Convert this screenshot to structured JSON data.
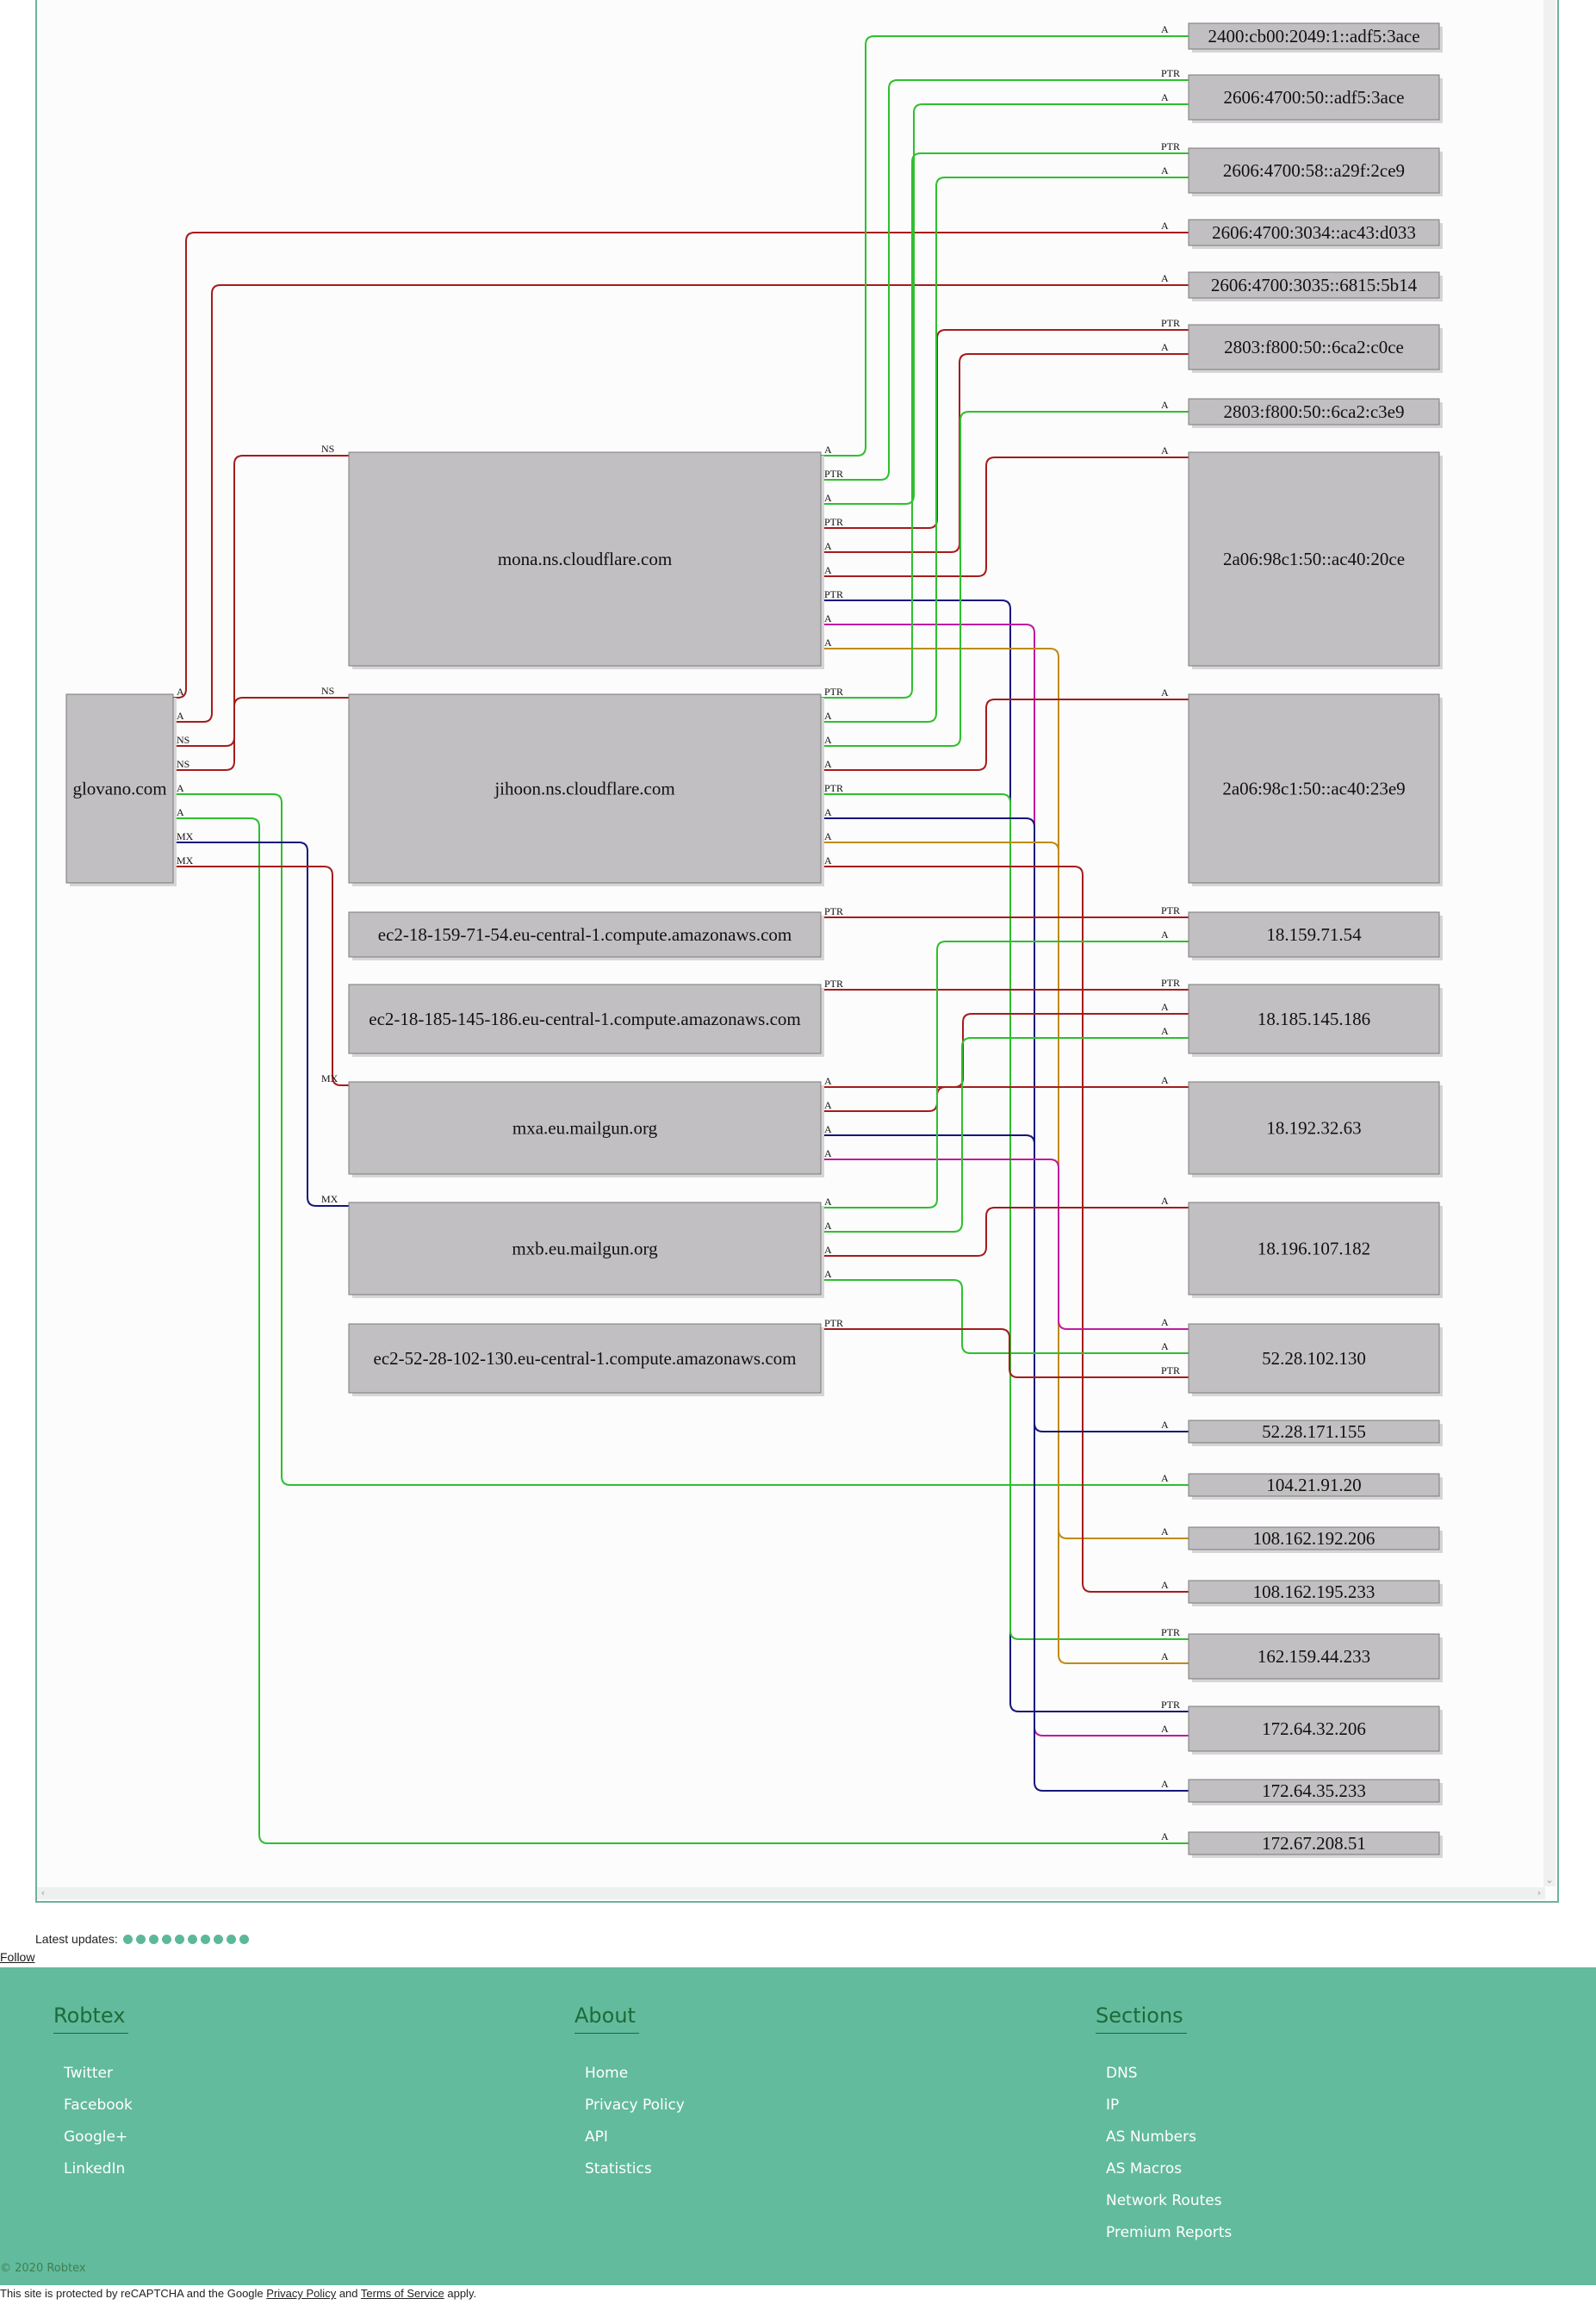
{
  "colors": {
    "green": "#2fbf2f",
    "red": "#a51c1c",
    "blue": "#16167a",
    "magenta": "#c01aa0",
    "olive": "#c08a14",
    "node_fill": "#c2bfc2",
    "node_border": "#7a7a7a",
    "footer_bg": "#62bb9c",
    "footer_heading": "#1e6a3a"
  },
  "graph": {
    "root": {
      "id": "glovano",
      "label": "glovano.com"
    },
    "middle": [
      {
        "id": "mona",
        "label": "mona.ns.cloudflare.com"
      },
      {
        "id": "jihoon",
        "label": "jihoon.ns.cloudflare.com"
      },
      {
        "id": "ec2a",
        "label": "ec2-18-159-71-54.eu-central-1.compute.amazonaws.com"
      },
      {
        "id": "ec2b",
        "label": "ec2-18-185-145-186.eu-central-1.compute.amazonaws.com"
      },
      {
        "id": "mxa",
        "label": "mxa.eu.mailgun.org"
      },
      {
        "id": "mxb",
        "label": "mxb.eu.mailgun.org"
      },
      {
        "id": "ec2c",
        "label": "ec2-52-28-102-130.eu-central-1.compute.amazonaws.com"
      }
    ],
    "addresses": [
      {
        "id": "r1",
        "label": "2400:cb00:2049:1::adf5:3ace"
      },
      {
        "id": "r2",
        "label": "2606:4700:50::adf5:3ace"
      },
      {
        "id": "r3",
        "label": "2606:4700:58::a29f:2ce9"
      },
      {
        "id": "r4",
        "label": "2606:4700:3034::ac43:d033"
      },
      {
        "id": "r5",
        "label": "2606:4700:3035::6815:5b14"
      },
      {
        "id": "r6",
        "label": "2803:f800:50::6ca2:c0ce"
      },
      {
        "id": "r7",
        "label": "2803:f800:50::6ca2:c3e9"
      },
      {
        "id": "r8",
        "label": "2a06:98c1:50::ac40:20ce"
      },
      {
        "id": "r9",
        "label": "2a06:98c1:50::ac40:23e9"
      },
      {
        "id": "r10",
        "label": "18.159.71.54"
      },
      {
        "id": "r11",
        "label": "18.185.145.186"
      },
      {
        "id": "r12",
        "label": "18.192.32.63"
      },
      {
        "id": "r13",
        "label": "18.196.107.182"
      },
      {
        "id": "r14",
        "label": "52.28.102.130"
      },
      {
        "id": "r15",
        "label": "52.28.171.155"
      },
      {
        "id": "r16",
        "label": "104.21.91.20"
      },
      {
        "id": "r17",
        "label": "108.162.192.206"
      },
      {
        "id": "r18",
        "label": "108.162.195.233"
      },
      {
        "id": "r19",
        "label": "162.159.44.233"
      },
      {
        "id": "r20",
        "label": "172.64.32.206"
      },
      {
        "id": "r21",
        "label": "172.64.35.233"
      },
      {
        "id": "r22",
        "label": "172.67.208.51"
      }
    ],
    "edges": [
      {
        "from": "glovano",
        "to": "r4",
        "type": "A",
        "color": "red"
      },
      {
        "from": "glovano",
        "to": "r5",
        "type": "A",
        "color": "red"
      },
      {
        "from": "glovano",
        "to": "mona",
        "type": "NS",
        "color": "red"
      },
      {
        "from": "glovano",
        "to": "jihoon",
        "type": "NS",
        "color": "red"
      },
      {
        "from": "glovano",
        "to": "r16",
        "type": "A",
        "color": "green"
      },
      {
        "from": "glovano",
        "to": "r22",
        "type": "A",
        "color": "green"
      },
      {
        "from": "glovano",
        "to": "mxb",
        "type": "MX",
        "color": "blue"
      },
      {
        "from": "glovano",
        "to": "mxa",
        "type": "MX",
        "color": "red"
      },
      {
        "from": "mona",
        "to": "r1",
        "type": "A",
        "color": "green"
      },
      {
        "from": "mona",
        "to": "r2",
        "type": "PTR",
        "color": "green"
      },
      {
        "from": "mona",
        "to": "r2",
        "type": "A",
        "color": "green"
      },
      {
        "from": "mona",
        "to": "r6",
        "type": "PTR",
        "color": "red"
      },
      {
        "from": "mona",
        "to": "r6",
        "type": "A",
        "color": "red"
      },
      {
        "from": "mona",
        "to": "r8",
        "type": "A",
        "color": "red"
      },
      {
        "from": "mona",
        "to": "r20",
        "type": "PTR",
        "color": "blue"
      },
      {
        "from": "mona",
        "to": "r20",
        "type": "A",
        "color": "magenta"
      },
      {
        "from": "mona",
        "to": "r17",
        "type": "A",
        "color": "olive"
      },
      {
        "from": "jihoon",
        "to": "r3",
        "type": "PTR",
        "color": "green"
      },
      {
        "from": "jihoon",
        "to": "r3",
        "type": "A",
        "color": "green"
      },
      {
        "from": "jihoon",
        "to": "r7",
        "type": "A",
        "color": "green"
      },
      {
        "from": "jihoon",
        "to": "r9",
        "type": "A",
        "color": "red"
      },
      {
        "from": "jihoon",
        "to": "r19",
        "type": "PTR",
        "color": "green"
      },
      {
        "from": "jihoon",
        "to": "r21",
        "type": "A",
        "color": "blue"
      },
      {
        "from": "jihoon",
        "to": "r19",
        "type": "A",
        "color": "olive"
      },
      {
        "from": "jihoon",
        "to": "r18",
        "type": "A",
        "color": "red"
      },
      {
        "from": "ec2a",
        "to": "r10",
        "type": "PTR",
        "color": "red"
      },
      {
        "from": "ec2b",
        "to": "r11",
        "type": "PTR",
        "color": "red"
      },
      {
        "from": "mxa",
        "to": "r11",
        "type": "A",
        "color": "red"
      },
      {
        "from": "mxa",
        "to": "r12",
        "type": "A",
        "color": "red"
      },
      {
        "from": "mxa",
        "to": "r15",
        "type": "A",
        "color": "blue"
      },
      {
        "from": "mxa",
        "to": "r14",
        "type": "A",
        "color": "magenta"
      },
      {
        "from": "mxb",
        "to": "r10",
        "type": "A",
        "color": "green"
      },
      {
        "from": "mxb",
        "to": "r11",
        "type": "A",
        "color": "green"
      },
      {
        "from": "mxb",
        "to": "r13",
        "type": "A",
        "color": "red"
      },
      {
        "from": "mxb",
        "to": "r14",
        "type": "A",
        "color": "green"
      },
      {
        "from": "ec2c",
        "to": "r14",
        "type": "PTR",
        "color": "red"
      }
    ]
  },
  "updates": {
    "label": "Latest updates:",
    "dot_count": 10
  },
  "follow_label": "Follow",
  "footer": {
    "columns": [
      {
        "title": "Robtex",
        "items": [
          "Twitter",
          "Facebook",
          "Google+",
          "LinkedIn"
        ]
      },
      {
        "title": "About",
        "items": [
          "Home",
          "Privacy Policy",
          "API",
          "Statistics"
        ]
      },
      {
        "title": "Sections",
        "items": [
          "DNS",
          "IP",
          "AS Numbers",
          "AS Macros",
          "Network Routes",
          "Premium Reports"
        ]
      }
    ],
    "copyright": "© 2020 Robtex"
  },
  "recaptcha": {
    "prefix": "This site is protected by reCAPTCHA and the Google",
    "privacy": "Privacy Policy",
    "and": "and",
    "terms": "Terms of Service",
    "suffix": "apply."
  }
}
